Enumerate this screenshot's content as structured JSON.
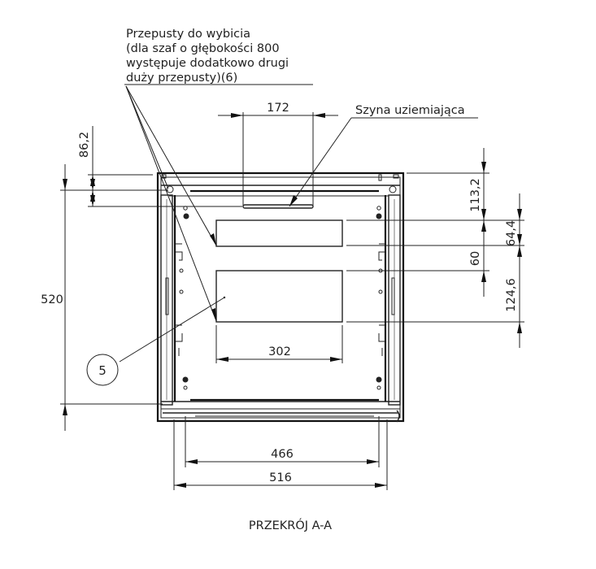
{
  "drawing": {
    "title": "PRZEKRÓJ A-A",
    "callouts": {
      "knockouts_note": {
        "lines": [
          "Przepusty do wybicia",
          "(dla szaf o głębokości 800",
          "występuje dodatkowo drugi",
          "duży przepusty)(6)"
        ]
      },
      "grounding_bar": "Szyna uziemiająca",
      "balloon": "5"
    },
    "dimensions": {
      "top_width_rail": "172",
      "left_offset": "86,2",
      "overall_depth": "520",
      "right_top_offset": "113,2",
      "right_small_cutout": "64,4",
      "right_gap": "60",
      "right_large_cutout": "124,6",
      "large_cutout_width": "302",
      "inner_width": "466",
      "outer_width": "516"
    }
  }
}
